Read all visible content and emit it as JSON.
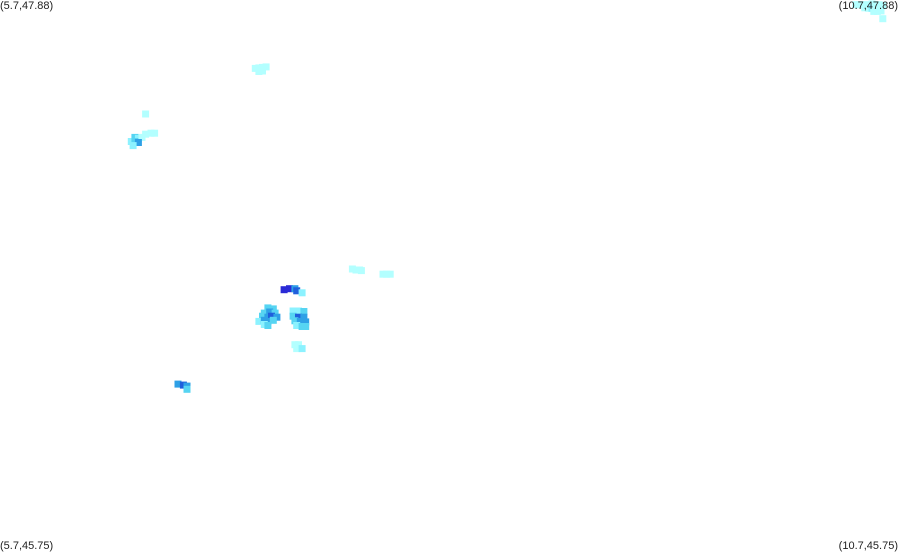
{
  "map": {
    "corners": {
      "top_left": "(5.7,47.88)",
      "top_right": "(10.7,47.88)",
      "bottom_left": "(5.7,45.75)",
      "bottom_right": "(10.7,45.75)"
    },
    "bounds": {
      "lon_min": 5.7,
      "lon_max": 10.7,
      "lat_min": 45.75,
      "lat_max": 47.88
    },
    "palette": [
      "#b3ffff",
      "#8cf2ff",
      "#56d4f2",
      "#2ea0e6",
      "#1f5fdc",
      "#2a2ad6"
    ],
    "cells": [
      [
        10.46,
        47.862,
        0
      ],
      [
        10.48,
        47.862,
        0
      ],
      [
        10.5,
        47.862,
        0
      ],
      [
        10.52,
        47.862,
        0
      ],
      [
        10.55,
        47.865,
        0
      ],
      [
        10.57,
        47.862,
        0
      ],
      [
        10.59,
        47.862,
        0
      ],
      [
        10.61,
        47.858,
        0
      ],
      [
        10.51,
        47.85,
        0
      ],
      [
        10.53,
        47.848,
        0
      ],
      [
        10.55,
        47.848,
        1
      ],
      [
        10.57,
        47.85,
        0
      ],
      [
        10.59,
        47.85,
        0
      ],
      [
        10.56,
        47.836,
        0
      ],
      [
        10.58,
        47.836,
        0
      ],
      [
        10.6,
        47.838,
        0
      ],
      [
        10.61,
        47.808,
        0
      ],
      [
        7.12,
        47.616,
        0
      ],
      [
        7.14,
        47.618,
        0
      ],
      [
        7.16,
        47.62,
        0
      ],
      [
        7.18,
        47.622,
        0
      ],
      [
        7.14,
        47.604,
        0
      ],
      [
        7.16,
        47.606,
        0
      ],
      [
        6.51,
        47.44,
        0
      ],
      [
        6.51,
        47.362,
        0
      ],
      [
        6.54,
        47.366,
        0
      ],
      [
        6.56,
        47.366,
        0
      ],
      [
        6.45,
        47.35,
        2
      ],
      [
        6.47,
        47.346,
        1
      ],
      [
        6.49,
        47.35,
        0
      ],
      [
        6.43,
        47.334,
        1
      ],
      [
        6.45,
        47.334,
        2
      ],
      [
        6.47,
        47.33,
        3
      ],
      [
        6.44,
        47.318,
        1
      ],
      [
        7.66,
        46.842,
        0
      ],
      [
        7.68,
        46.838,
        0
      ],
      [
        7.7,
        46.838,
        0
      ],
      [
        7.71,
        46.836,
        0
      ],
      [
        7.83,
        46.822,
        0
      ],
      [
        7.85,
        46.822,
        0
      ],
      [
        7.87,
        46.822,
        0
      ],
      [
        7.28,
        46.762,
        5
      ],
      [
        7.31,
        46.766,
        5
      ],
      [
        7.34,
        46.766,
        3
      ],
      [
        7.35,
        46.758,
        4
      ],
      [
        7.38,
        46.75,
        1
      ],
      [
        7.19,
        46.692,
        2
      ],
      [
        7.22,
        46.688,
        2
      ],
      [
        7.17,
        46.672,
        2
      ],
      [
        7.2,
        46.676,
        3
      ],
      [
        7.23,
        46.672,
        2
      ],
      [
        7.16,
        46.66,
        2
      ],
      [
        7.19,
        46.656,
        3
      ],
      [
        7.21,
        46.66,
        4
      ],
      [
        7.24,
        46.656,
        3
      ],
      [
        7.14,
        46.64,
        1
      ],
      [
        7.17,
        46.644,
        3
      ],
      [
        7.19,
        46.64,
        3
      ],
      [
        7.22,
        46.644,
        2
      ],
      [
        7.17,
        46.628,
        1
      ],
      [
        7.19,
        46.624,
        2
      ],
      [
        7.33,
        46.68,
        1
      ],
      [
        7.36,
        46.68,
        1
      ],
      [
        7.39,
        46.678,
        2
      ],
      [
        7.33,
        46.66,
        2
      ],
      [
        7.36,
        46.656,
        4
      ],
      [
        7.39,
        46.656,
        3
      ],
      [
        7.34,
        46.642,
        2
      ],
      [
        7.37,
        46.64,
        3
      ],
      [
        7.4,
        46.638,
        3
      ],
      [
        7.35,
        46.624,
        1
      ],
      [
        7.38,
        46.62,
        2
      ],
      [
        7.4,
        46.62,
        2
      ],
      [
        7.34,
        46.55,
        0
      ],
      [
        7.36,
        46.55,
        0
      ],
      [
        7.35,
        46.535,
        0
      ],
      [
        7.38,
        46.535,
        1
      ],
      [
        6.69,
        46.398,
        3
      ],
      [
        6.72,
        46.394,
        4
      ],
      [
        6.74,
        46.39,
        3
      ],
      [
        6.74,
        46.378,
        2
      ]
    ]
  }
}
